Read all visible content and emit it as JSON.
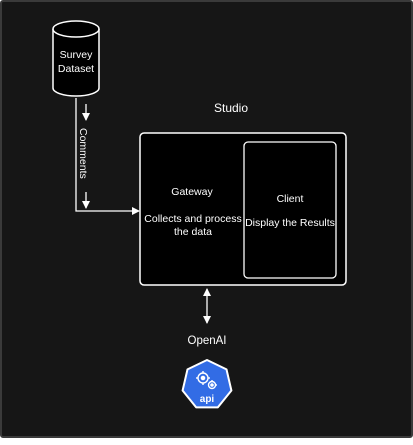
{
  "diagram": {
    "dataset": {
      "line1": "Survey",
      "line2": "Dataset"
    },
    "edge_label": "Comments",
    "studio_title": "Studio",
    "gateway": {
      "title": "Gateway",
      "desc_line1": "Collects and process",
      "desc_line2": "the data"
    },
    "client": {
      "title": "Client",
      "desc": "Display the Results"
    },
    "openai_label": "OpenAI",
    "api_badge": {
      "icon": "kubernetes-api-icon",
      "label": "api"
    }
  },
  "colors": {
    "background": "#161616",
    "foreground": "#ffffff",
    "badge_fill": "#326ce5"
  }
}
